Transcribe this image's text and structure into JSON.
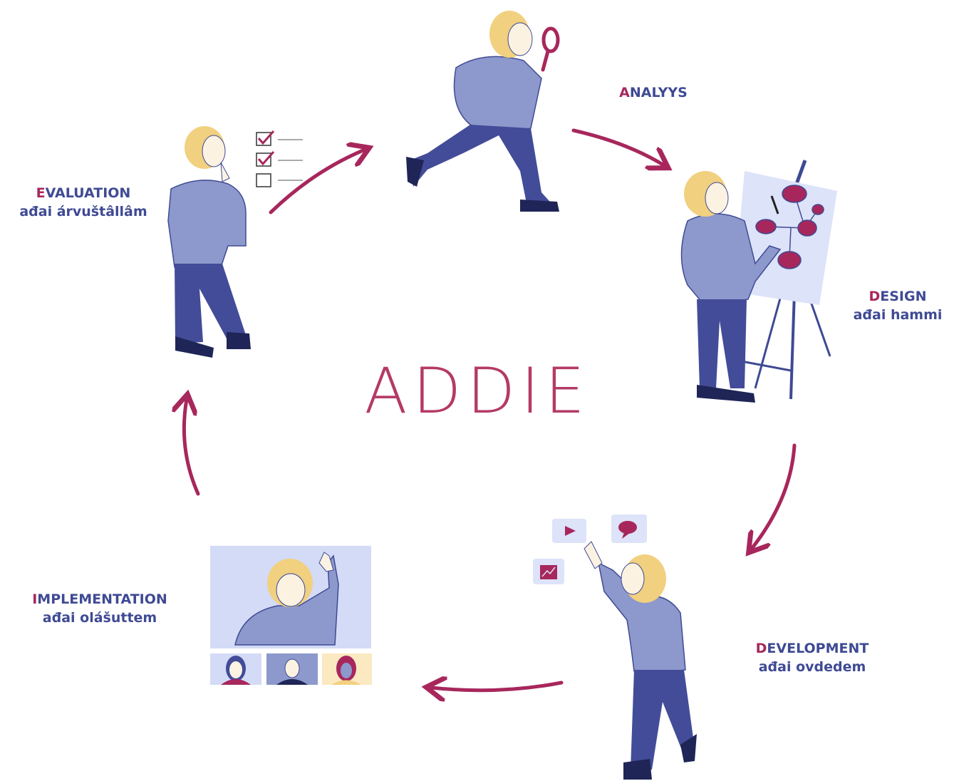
{
  "title": "ADDIE",
  "colors": {
    "accent": "#a7275c",
    "text": "#3f4a94",
    "shirt": "#8d99cc",
    "pants": "#434c98",
    "hair": "#f1d07f",
    "panel": "#d9e0f7"
  },
  "phases": [
    {
      "initial": "A",
      "rest": "NALYYS",
      "subtitle": ""
    },
    {
      "initial": "D",
      "rest": "ESIGN",
      "subtitle": "ađai hammi"
    },
    {
      "initial": "D",
      "rest": "EVELOPMENT",
      "subtitle": "ađai ovdedem"
    },
    {
      "initial": "I",
      "rest": "MPLEMENTATION",
      "subtitle": "ađai olášuttem"
    },
    {
      "initial": "E",
      "rest": "VALUATION",
      "subtitle": "ađai árvuštâllâm"
    }
  ],
  "icons": [
    "magnifier-icon",
    "flowchart-icon",
    "play-icon",
    "chat-icon",
    "chart-icon",
    "checklist-icon"
  ]
}
